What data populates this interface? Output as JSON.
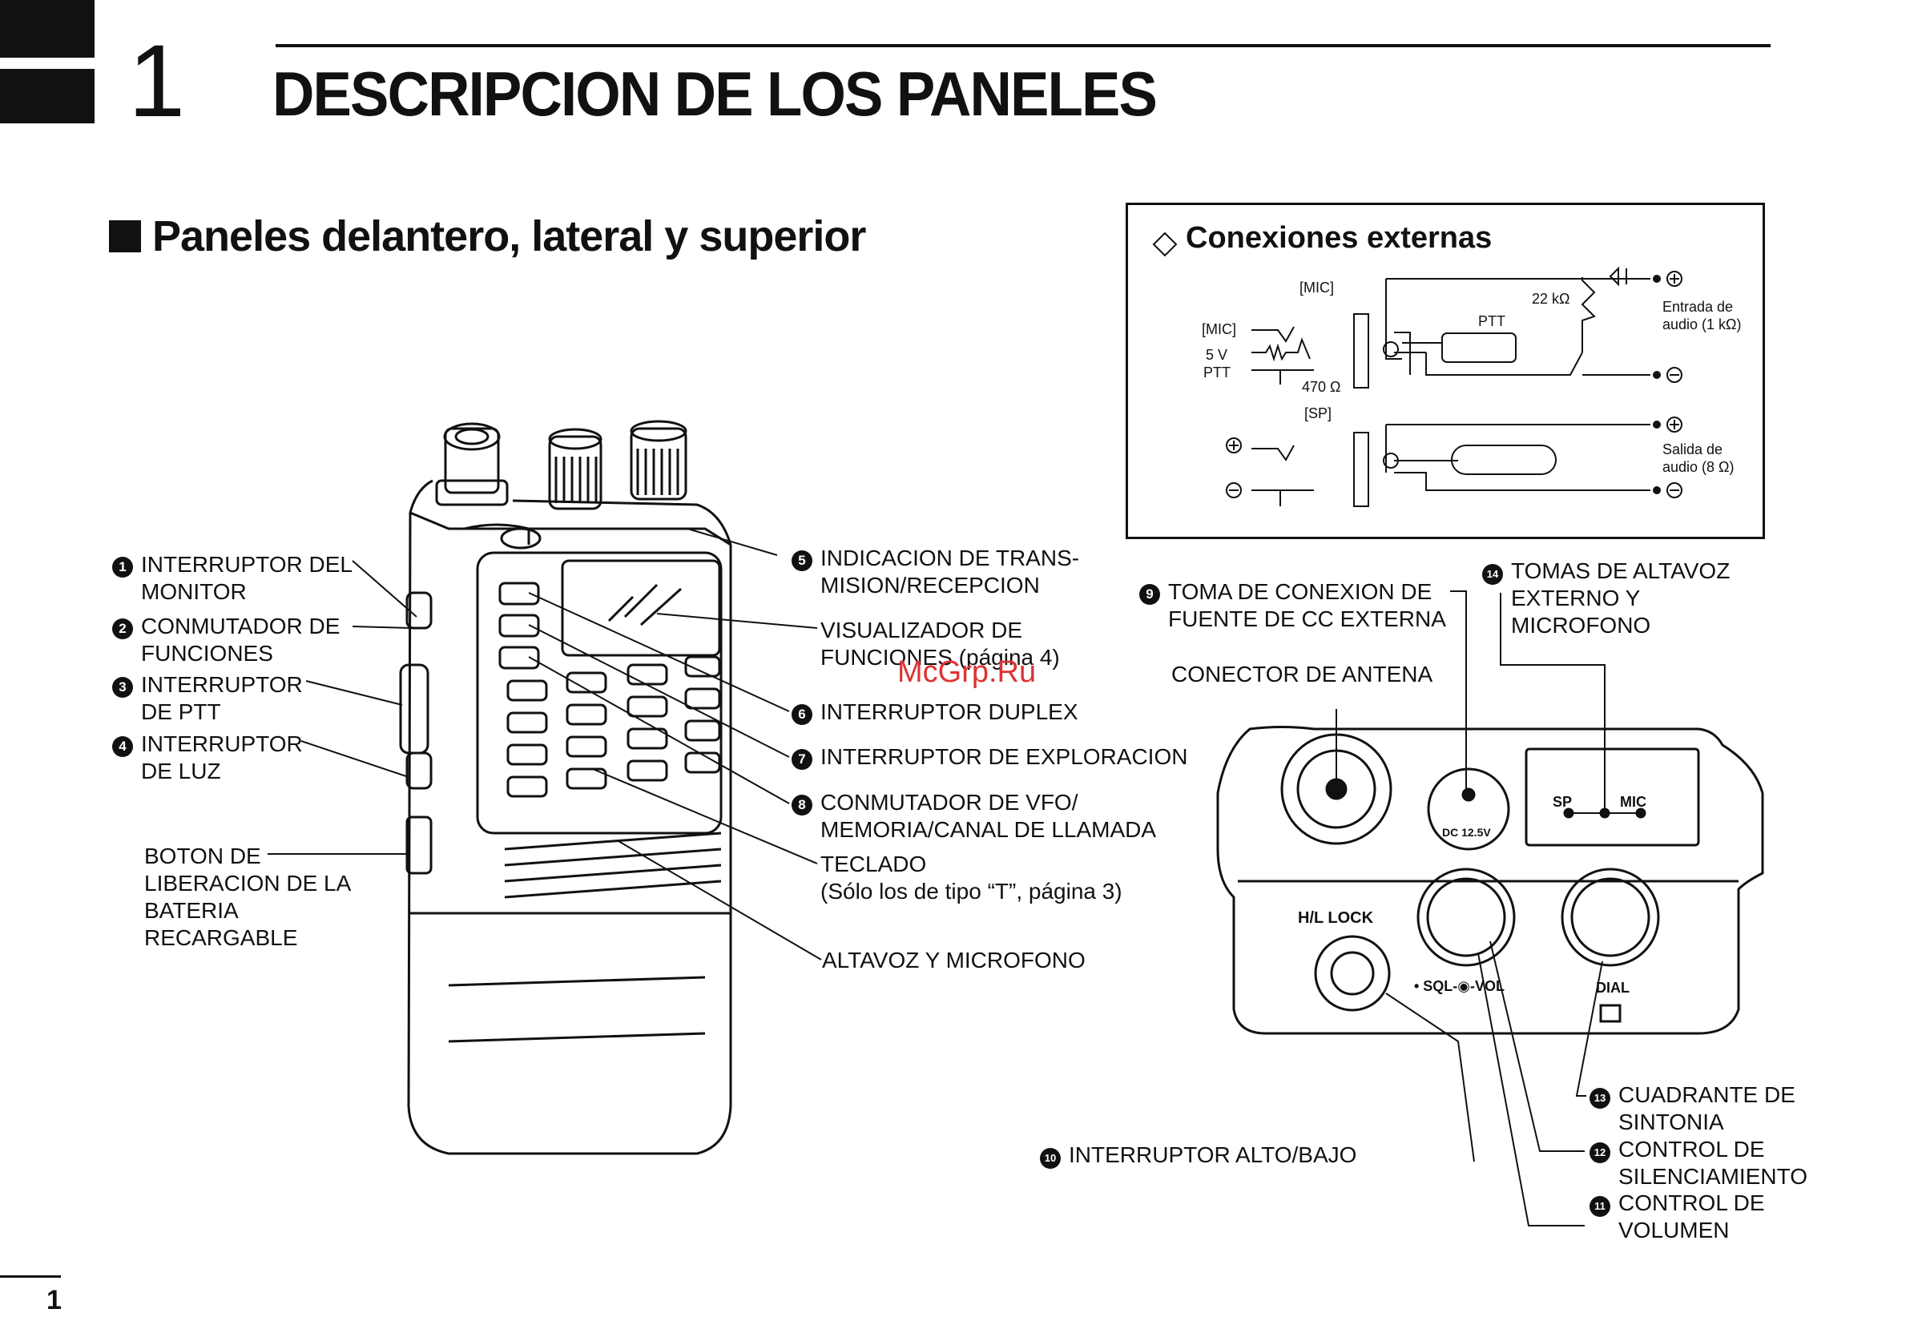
{
  "header": {
    "chapter_number": "1",
    "title": "DESCRIPCION DE LOS PANELES"
  },
  "section": {
    "title": "Paneles delantero, lateral y superior"
  },
  "external_connections": {
    "title": "Conexiones externas",
    "mic_header": "[MIC]",
    "mic_pin": "[MIC]",
    "v5": "5 V",
    "ptt_pin": "PTT",
    "r470": "470 Ω",
    "sp_header": "[SP]",
    "r22k": "22 kΩ",
    "ptt_switch": "PTT",
    "audio_in_1": "Entrada de",
    "audio_in_2": "audio (1 kΩ)",
    "audio_out_1": "Salida de",
    "audio_out_2": "audio (8 Ω)"
  },
  "labels": {
    "l1_num": "1",
    "l1_a": "INTERRUPTOR DEL",
    "l1_b": "MONITOR",
    "l2_num": "2",
    "l2_a": "CONMUTADOR DE",
    "l2_b": "FUNCIONES",
    "l3_num": "3",
    "l3_a": "INTERRUPTOR",
    "l3_b": "DE PTT",
    "l4_num": "4",
    "l4_a": "INTERRUPTOR",
    "l4_b": "DE LUZ",
    "battery_a": "BOTON DE",
    "battery_b": "LIBERACION DE LA",
    "battery_c": "BATERIA",
    "battery_d": "RECARGABLE",
    "l5_num": "5",
    "l5_a": "INDICACION DE TRANS-",
    "l5_b": "MISION/RECEPCION",
    "display_a": "VISUALIZADOR DE",
    "display_b": "FUNCIONES (página 4)",
    "l6_num": "6",
    "l6": "INTERRUPTOR DUPLEX",
    "l7_num": "7",
    "l7": "INTERRUPTOR DE EXPLORACION",
    "l8_num": "8",
    "l8_a": "CONMUTADOR DE VFO/",
    "l8_b": "MEMORIA/CANAL DE LLAMADA",
    "keypad_a": "TECLADO",
    "keypad_b": "(Sólo los de tipo “T”, página 3)",
    "speaker": "ALTAVOZ Y MICROFONO",
    "l9_num": "9",
    "l9_a": "TOMA DE CONEXION DE",
    "l9_b": "FUENTE DE CC EXTERNA",
    "l14_num": "14",
    "l14_a": "TOMAS DE ALTAVOZ",
    "l14_b": "EXTERNO Y",
    "l14_c": "MICROFONO",
    "antenna": "CONECTOR DE ANTENA",
    "l10_num": "10",
    "l10": "INTERRUPTOR ALTO/BAJO",
    "l13_num": "13",
    "l13_a": "CUADRANTE DE",
    "l13_b": "SINTONIA",
    "l12_num": "12",
    "l12_a": "CONTROL DE",
    "l12_b": "SILENCIAMIENTO",
    "l11_num": "11",
    "l11_a": "CONTROL DE",
    "l11_b": "VOLUMEN"
  },
  "top_panel": {
    "dc": "DC 12.5V",
    "sp": "SP",
    "mic": "MIC",
    "hl_lock": "H/L LOCK",
    "sql_vol": "• SQL-◉-VOL",
    "dial": "DIAL"
  },
  "watermark": "McGrp.Ru",
  "footer": {
    "page_number": "1"
  }
}
